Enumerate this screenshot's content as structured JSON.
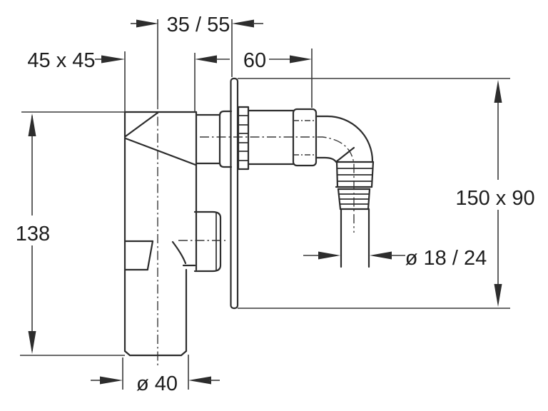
{
  "drawing": {
    "kind": "technical dimension drawing",
    "subject": "wall-mounted washing machine siphon / trap, side view"
  },
  "dimensions": {
    "wall_projection": "35 / 55",
    "square_inlet": "45 x 45",
    "thread_length": "60",
    "mounting_plate": "150 x 90",
    "body_height": "138",
    "hose_connection": "ø 18 / 24",
    "outlet_diameter": "ø 40"
  },
  "colors": {
    "object_line": "#2d2d2d",
    "dimension_line": "#3a3a3a",
    "text": "#1e1e1e",
    "background": "#ffffff"
  }
}
